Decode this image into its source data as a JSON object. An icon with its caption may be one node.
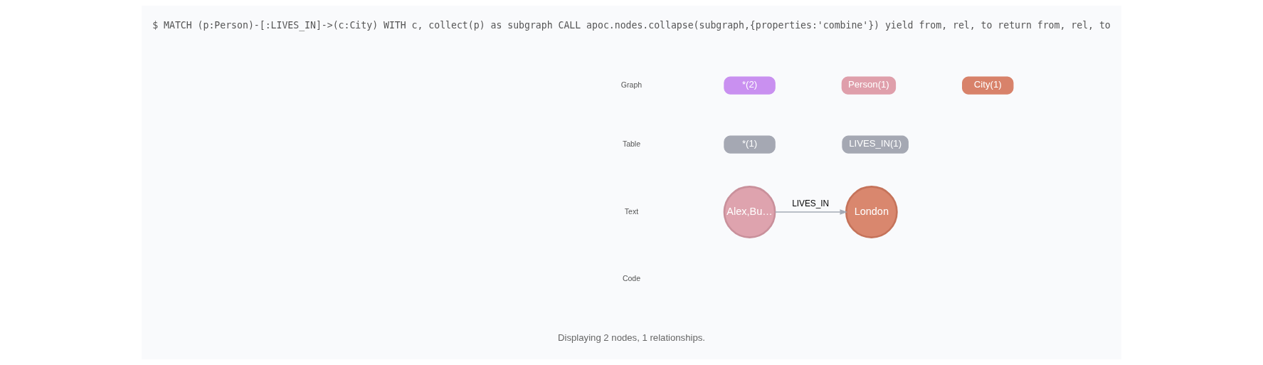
{
  "diagram": {
    "nodes": [
      {
        "text": [
          "Alex,Bu…"
        ]
      },
      {
        "text": [
          "London"
        ]
      }
    ],
    "edges": [
      {
        "from": 0,
        "to": 1,
        "arrow": "to",
        "label": "LIVES_IN"
      }
    ],
    "labels": [
      "$ MATCH (p:Person)-[:LIVES_IN]->(c:City) WITH c, collect(p) as subgraph CALL apoc.nodes.collapse(subgraph,{properties:'combine'}) yield from, rel, to return from, rel, to",
      "Graph",
      "Table",
      "Text",
      "Code",
      "Displaying 2 nodes, 1 relationships."
    ],
    "legend": [
      {
        "text": "*(2)",
        "color": "#c990f0"
      },
      {
        "text": "Person(1)",
        "color": "#df9fab"
      },
      {
        "text": "City(1)",
        "color": "#d8826a"
      },
      {
        "text": "*(1)",
        "color": "#a5a8b3"
      },
      {
        "text": "LIVES_IN(1)",
        "color": "#a5a8b3"
      }
    ]
  }
}
